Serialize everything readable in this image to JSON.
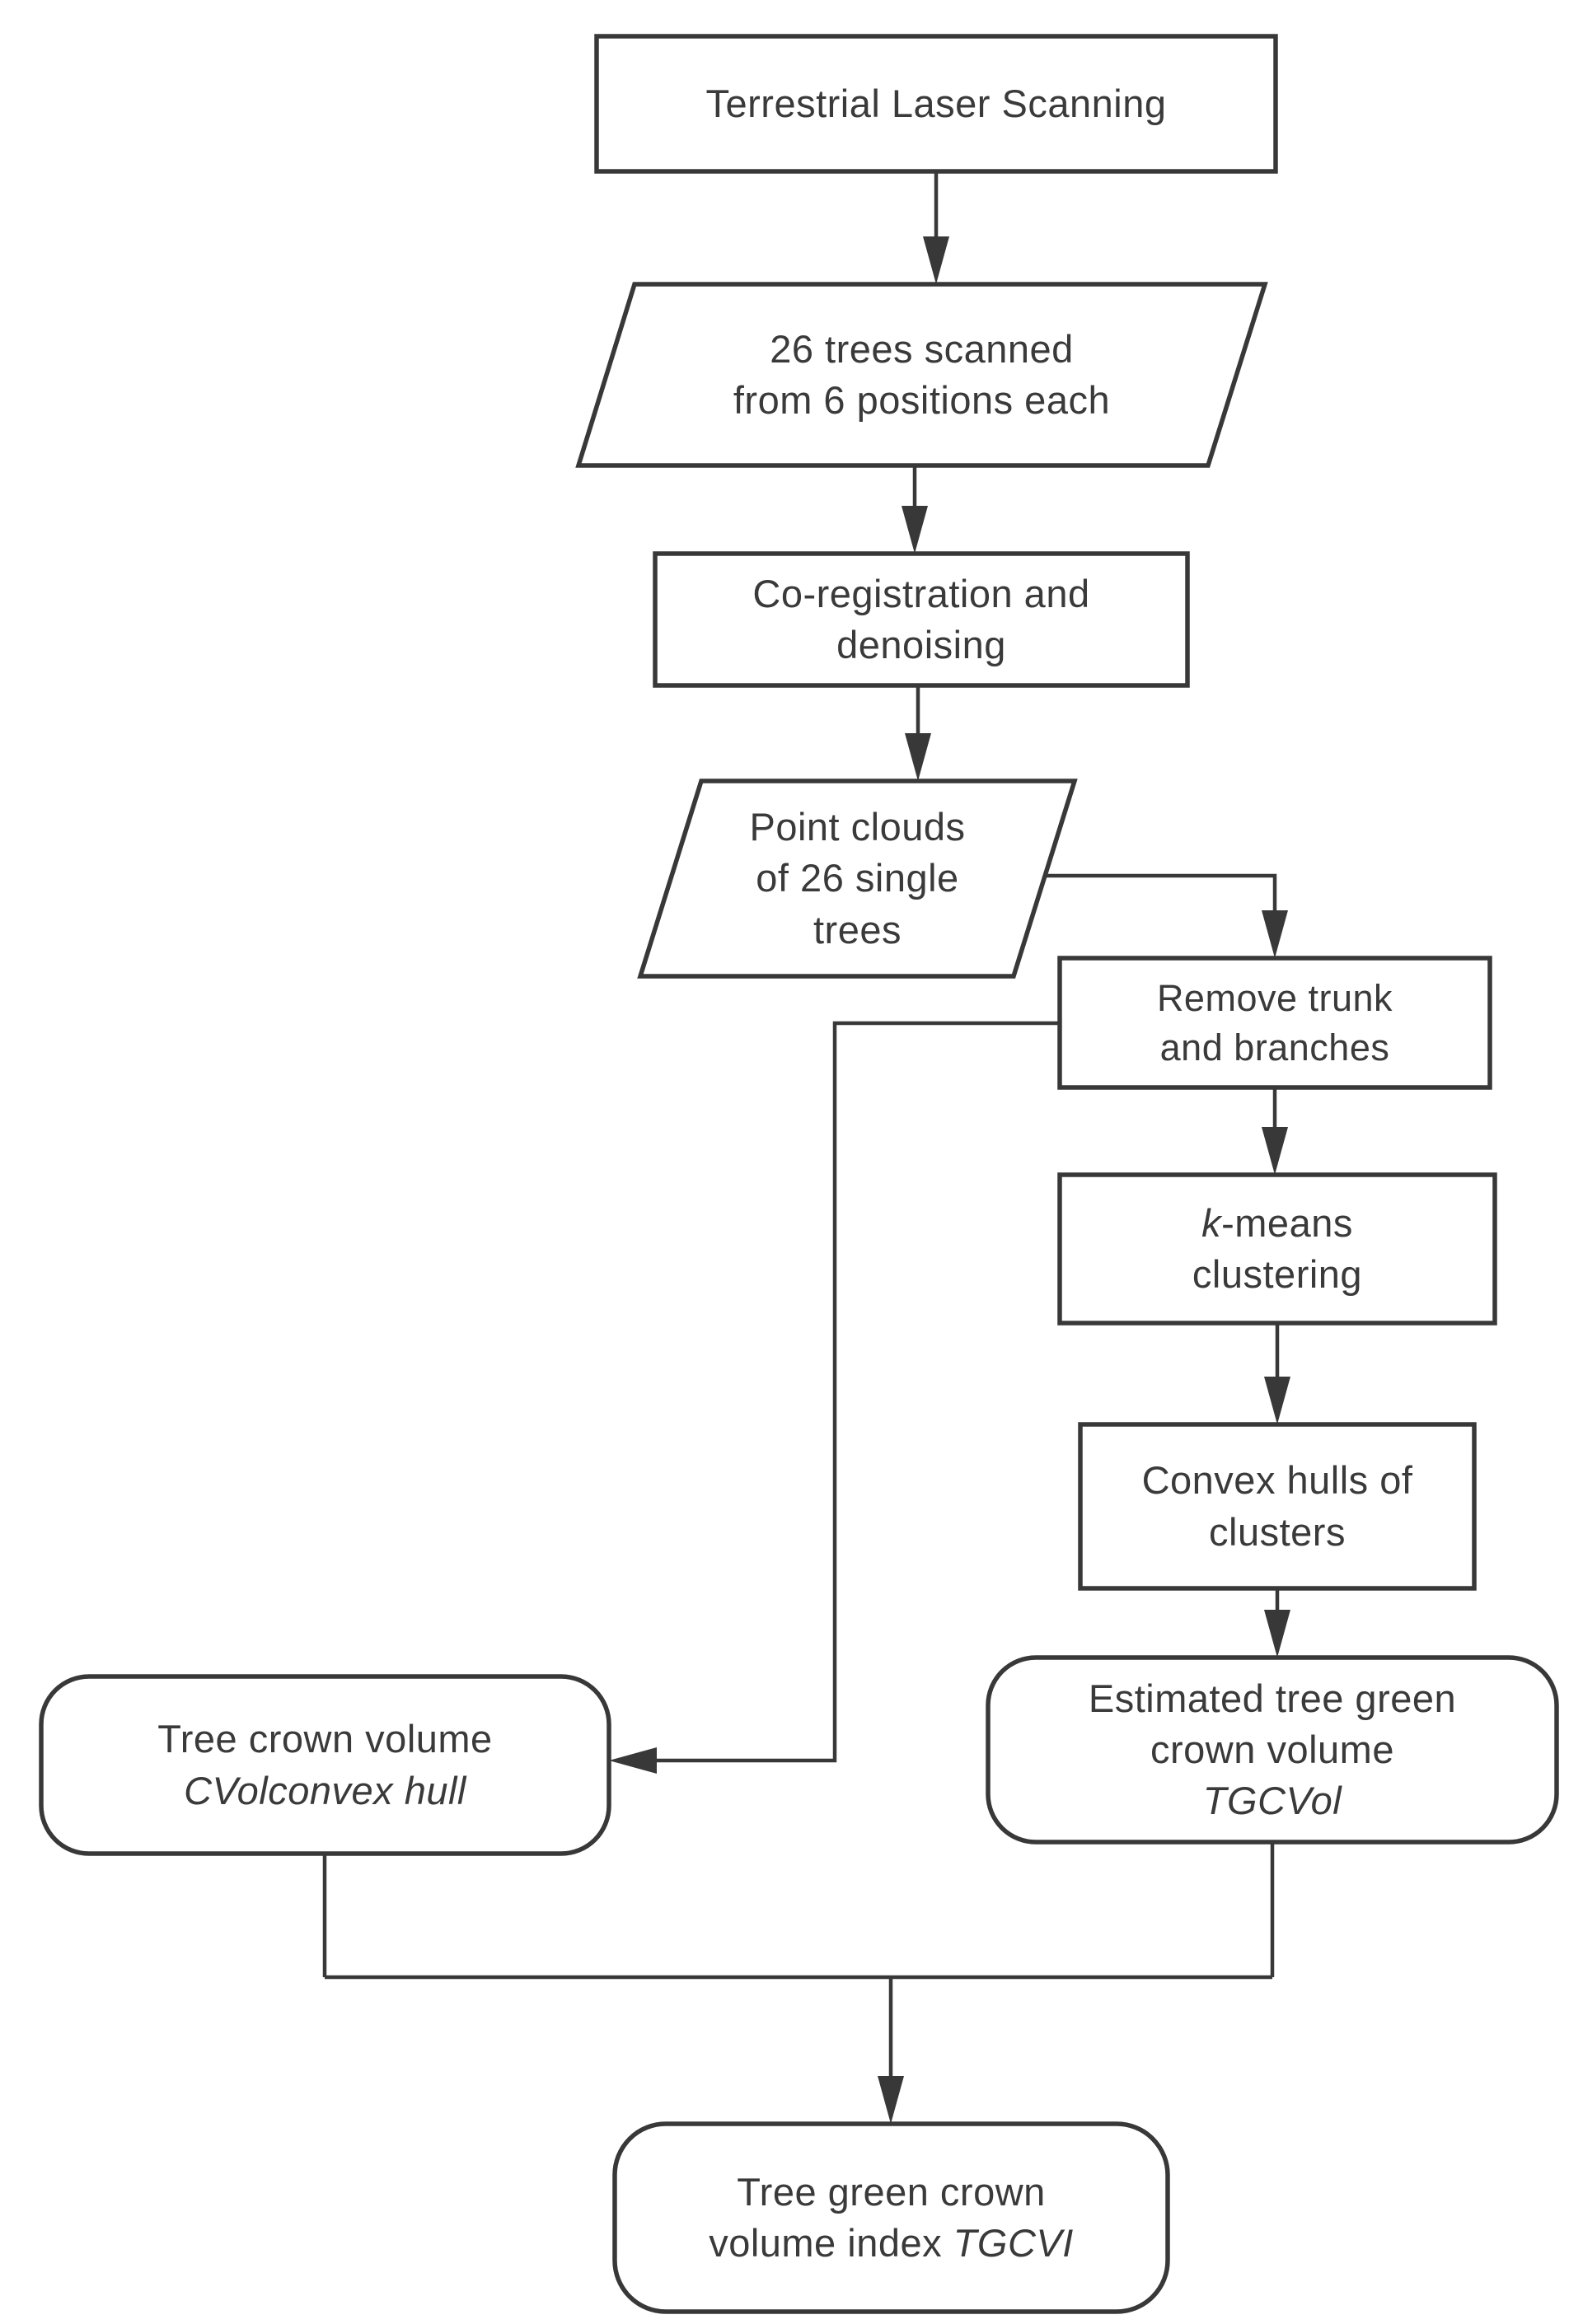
{
  "figure": {
    "type": "flowchart",
    "background_color": "#ffffff",
    "stroke_color": "#383838",
    "text_color": "#3a3a3a"
  },
  "nodes": {
    "tls": {
      "shape": "rectangle",
      "label": "Terrestrial Laser Scanning"
    },
    "scanned": {
      "shape": "parallelogram",
      "line1": "26 trees scanned",
      "line2": "from 6 positions each"
    },
    "coreg": {
      "shape": "rectangle",
      "line1": "Co-registration and",
      "line2": "denoising"
    },
    "pointclouds": {
      "shape": "parallelogram",
      "line1": "Point clouds",
      "line2": "of 26 single",
      "line3": "trees"
    },
    "remove": {
      "shape": "rectangle",
      "line1": "Remove trunk",
      "line2": "and branches"
    },
    "kmeans": {
      "shape": "rectangle",
      "line1_italic": "k",
      "line1_rest": "-means",
      "line2": "clustering"
    },
    "convex": {
      "shape": "rectangle",
      "line1": "Convex hulls of",
      "line2": "clusters"
    },
    "tgcvol": {
      "shape": "rounded",
      "line1": "Estimated tree green",
      "line2": "crown volume",
      "line3_italic": "TGCVol"
    },
    "cvol": {
      "shape": "rounded",
      "line1": "Tree crown volume",
      "line2_italic": "CVolconvex hull"
    },
    "tgcvi": {
      "shape": "rounded",
      "line1": "Tree green crown",
      "line2_rest": "volume index ",
      "line2_italic": "TGCVI"
    }
  },
  "edges": [
    {
      "from": "tls",
      "to": "scanned",
      "type": "arrow"
    },
    {
      "from": "scanned",
      "to": "coreg",
      "type": "arrow"
    },
    {
      "from": "coreg",
      "to": "pointclouds",
      "type": "arrow"
    },
    {
      "from": "pointclouds",
      "to": "remove",
      "type": "arrow"
    },
    {
      "from": "remove",
      "to": "kmeans",
      "type": "arrow"
    },
    {
      "from": "kmeans",
      "to": "convex",
      "type": "arrow"
    },
    {
      "from": "convex",
      "to": "tgcvol",
      "type": "arrow"
    },
    {
      "from": "remove",
      "to": "cvol",
      "type": "arrow"
    },
    {
      "from": "cvol",
      "to": "tgcvi",
      "type": "arrow-merged"
    },
    {
      "from": "tgcvol",
      "to": "tgcvi",
      "type": "arrow-merged"
    }
  ]
}
